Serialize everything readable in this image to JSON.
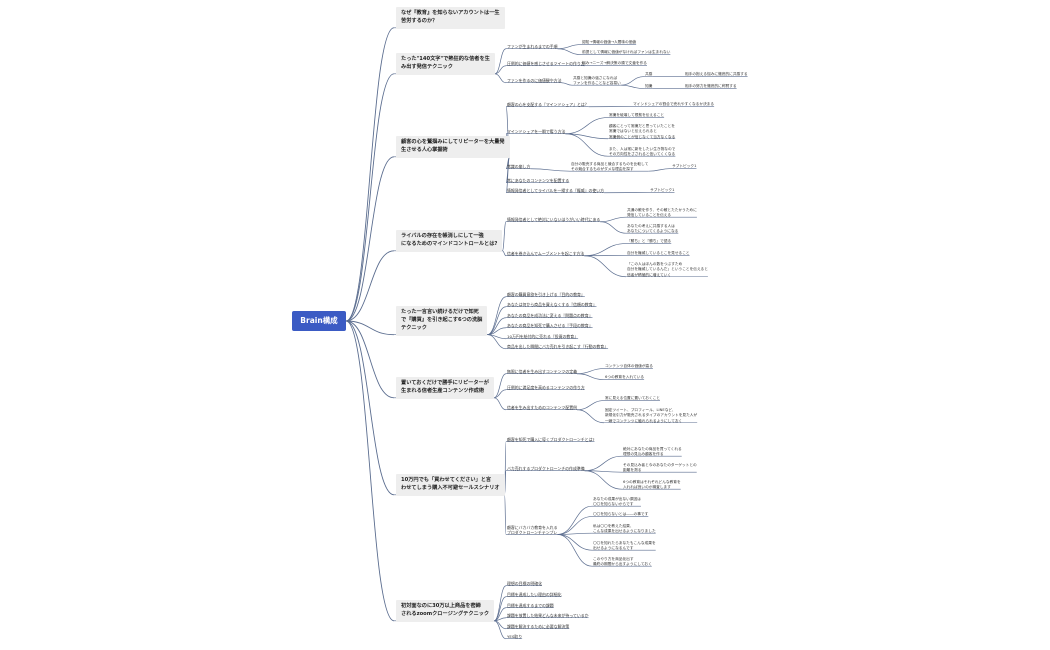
{
  "root": "Brain構成",
  "branches": [
    {
      "title": "なぜ『教育』を知らないアカウントは一生\n苦労するのか？",
      "children": []
    },
    {
      "title": "たった\"140文字\"で熱狂的な信者を生\nみ出す発信テクニック",
      "children": [
        {
          "label": "ファンが生まれるまでの手順",
          "children": [
            {
              "label": "認知→情報の価値→人間味の価値"
            },
            {
              "label": "前提として情報に価値がなければファンは生まれない"
            }
          ]
        },
        {
          "label": "圧倒的に価値を感じさせるツイートの作り方",
          "children": [
            {
              "label": "悩み→ニーズ→解決策の順で文章を作る"
            }
          ]
        },
        {
          "label": "ファンを作るのに価値観や方法",
          "children": [
            {
              "label": "共感と知識の強さになれば\nファンを作ることなど容易い",
              "children": [
                {
                  "label": "共感",
                  "children": [
                    {
                      "label": "相手の抱える悩みに徹底的に共感する"
                    }
                  ]
                },
                {
                  "label": "知識",
                  "children": [
                    {
                      "label": "相手の努力を徹底的に称賛する"
                    }
                  ]
                }
              ]
            }
          ]
        }
      ]
    },
    {
      "title": "顧客の心を鷲掴みにしてリピーターを大量発\n生させる人心掌握術",
      "children": [
        {
          "label": "顧客の心を支配する『マインドシェア』とは？",
          "children": [
            {
              "label": "マインドシェアの割合で売れやすくなるか決まる"
            }
          ]
        },
        {
          "label": "マインドシェアを一瞬で奪う方法",
          "children": [
            {
              "label": "常識を破壊して根拠を伝えること"
            },
            {
              "label": "顧客にとって常識だと思っていたことを\n常識ではないと伝えられると\n常識側のことが信じなくて当方なくなる"
            },
            {
              "label": "また、人は常に新をしたい生き物なので\nその方向性をさされると信いてくくなる"
            }
          ]
        },
        {
          "label": "常識の崩し方",
          "children": [
            {
              "label": "自分の販売する商品と競合するものを比較して\nその競合するものがダメな理由を探す",
              "children": [
                {
                  "label": "サブトピック1"
                }
              ]
            }
          ]
        },
        {
          "label": "常にあなたのコンテンツを配置する",
          "children": []
        },
        {
          "label": "情報発信者としてライバルを一掃する『権威』の使い方",
          "children": [
            {
              "label": "サブトピック1"
            }
          ]
        }
      ]
    },
    {
      "title": "ライバルの存在を帳消しにして一強\nになるためのマインドコントロールとは?",
      "children": [
        {
          "label": "情報発信者として絶対にいないほうがいい時代にある",
          "children": [
            {
              "label": "共通の敵を作り、その敵とたたかうために\n発信していることを伝える"
            },
            {
              "label": "あなたの考えに共感する人は\nあなたについてくるようになる"
            }
          ]
        },
        {
          "label": "信者を巻き込んでムーブメントを起こす方法",
          "children": [
            {
              "label": "『勝ち』と『勝ち』で語る"
            },
            {
              "label": "自分を権威しているとこを見せること"
            },
            {
              "label": "「この人はほんの数をつぶすため\n自分を権威しているんだ」ということを伝えると\n信者が積極的に増えていく"
            }
          ]
        }
      ]
    },
    {
      "title": "たった一言言い続けるだけで知死\nで『購買』を引き起こす6つの洗脳\nテクニック",
      "children": [
        {
          "label": "顧客の購買意欲を引き上げる『目的の教育』",
          "children": []
        },
        {
          "label": "あなたは何から商品を買えなくする『信頼の教育』",
          "children": []
        },
        {
          "label": "あなたの商品を成功法に変える『問題点の教育』",
          "children": []
        },
        {
          "label": "あなたの商品を知死で購入させる『手段の教育』",
          "children": []
        },
        {
          "label": "10万円を給付的に売れる『投資の教育』",
          "children": []
        },
        {
          "label": "商品を出した瞬間にバカ売れを引き起こす『行動の教育』",
          "children": []
        }
      ]
    },
    {
      "title": "置いておくだけで勝手にリピーターが\n生まれる信者生産コンテンツ作成術",
      "children": [
        {
          "label": "無限に信者を生み出すコンテンツの定義",
          "children": [
            {
              "label": "コンテンツ自体の価値が高る"
            },
            {
              "label": "6つの教育を入れている"
            }
          ]
        },
        {
          "label": "圧倒的に満足度を高めるコンテンツの作り方",
          "children": []
        },
        {
          "label": "信者を生み出すためのコンテンツ配置例",
          "children": [
            {
              "label": "常に見える位置に置いておくこと"
            },
            {
              "label": "固定ツイート、プロフィール、LINEなど、\n新規化引力が販売されるタイプのアカウントを見た人が\n一瞬でコンテンツに触れられるようにしておく"
            }
          ]
        }
      ]
    },
    {
      "title": "10万円でも「買わせてください」と言\nわせてしまう購入不可避セールスシナリオ",
      "children": [
        {
          "label": "顧客を知死で購入に導くプロダクトローンチとは?",
          "children": []
        },
        {
          "label": "バカ売れするプロダクトローンチの作成準備",
          "children": [
            {
              "label": "絶対にあなたの商品を買ってくれる\n理想の見込み顧客を作る"
            },
            {
              "label": "その見込み者と今のあなたのターゲットとの\n距離を測る"
            },
            {
              "label": "6つの教育はそれぞれどんな教育を\n入れれば良いのか精査します"
            }
          ]
        },
        {
          "label": "顧客にバカバカ教育を入れる\nプロダクトローンチテンプレ",
          "children": [
            {
              "label": "あなたの成果が出ない原因は\n〇〇を知らないからです"
            },
            {
              "label": "〇〇を知らないとは――の事です"
            },
            {
              "label": "私は〇〇を教えた結果、\nこんな成果を出せるようになりました"
            },
            {
              "label": "〇〇を知れたらあなたもこんな成果を\n出せるようになるんです"
            },
            {
              "label": "このやり方を商品化出す\n最終の期間から出すようにしておく"
            }
          ]
        }
      ]
    },
    {
      "title": "初対面なのに30万以上商品を密締\nされるzoomクロージングテクニック",
      "children": [
        {
          "label": "理想の目標の明確化",
          "children": []
        },
        {
          "label": "目標を達成したい理由の詳細化",
          "children": []
        },
        {
          "label": "目標を達成するまでの課題",
          "children": []
        },
        {
          "label": "課題を放置した結果どんな未来が待っているか",
          "children": []
        },
        {
          "label": "課題を解決するために必要な解決策",
          "children": []
        },
        {
          "label": "YES取り",
          "children": []
        }
      ]
    }
  ]
}
